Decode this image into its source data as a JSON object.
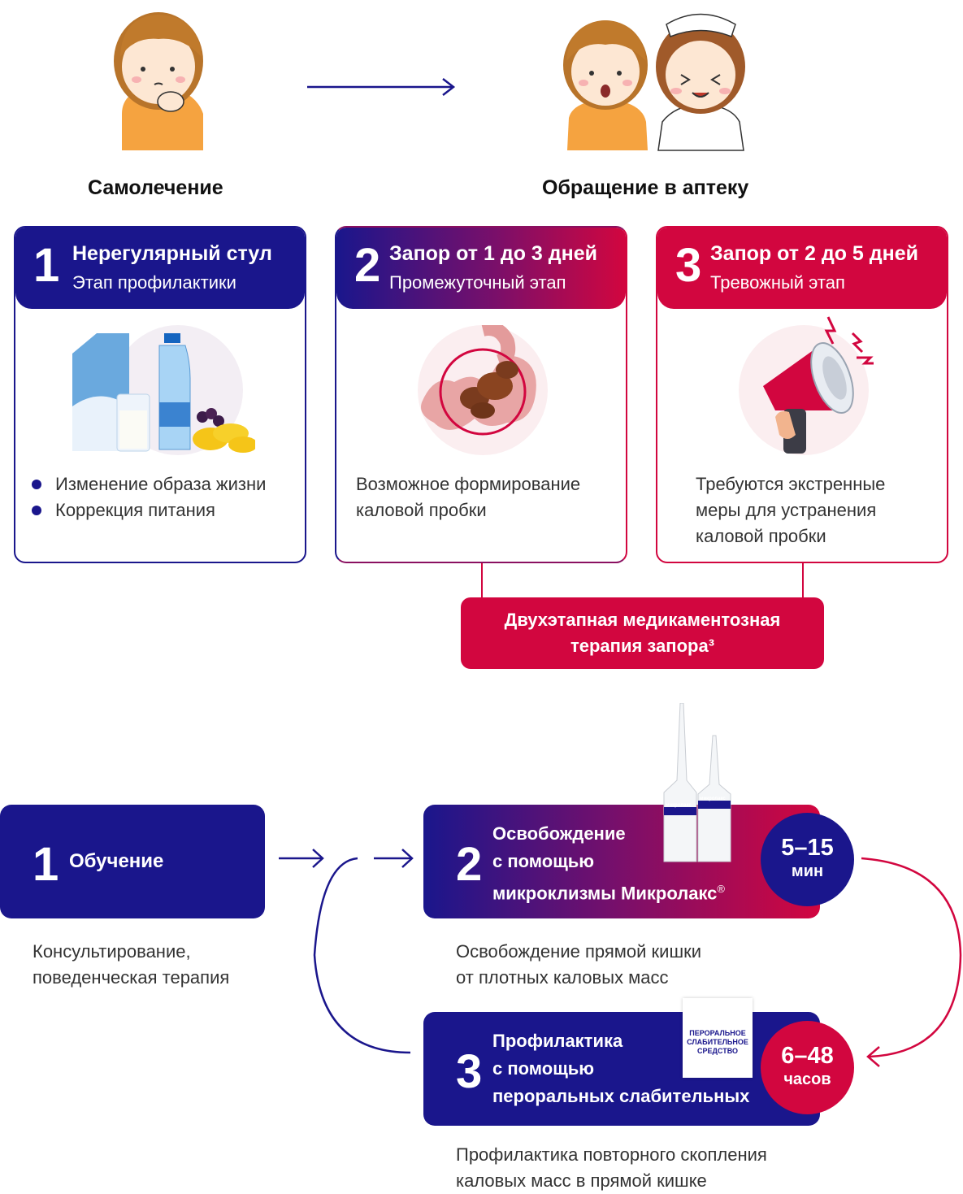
{
  "top": {
    "left_heading": "Самолечение",
    "right_heading": "Обращение в аптеку"
  },
  "cards": [
    {
      "num": "1",
      "title": "Нерегулярный стул",
      "subtitle": "Этап профилактики",
      "bullets": [
        "Изменение образа жизни",
        "Коррекция питания"
      ]
    },
    {
      "num": "2",
      "title": "Запор от 1 до 3 дней",
      "subtitle": "Промежуточный этап",
      "text_lines": [
        "Возможное формирование",
        "каловой пробки"
      ]
    },
    {
      "num": "3",
      "title": "Запор от 2 до 5 дней",
      "subtitle": "Тревожный этап",
      "text_lines": [
        "Требуются экстренные",
        "меры для устранения",
        "каловой пробки"
      ]
    }
  ],
  "therapy": {
    "line1": "Двухэтапная медикаментозная",
    "line2": "терапия запора³"
  },
  "stages": [
    {
      "num": "1",
      "lines": [
        "Обучение"
      ],
      "desc_lines": [
        "Консультирование,",
        "поведенческая терапия"
      ]
    },
    {
      "num": "2",
      "lines": [
        "Освобождение",
        "с помощью",
        "микроклизмы Микролакс"
      ],
      "reg": "®",
      "badge_value": "5–15",
      "badge_unit": "мин",
      "desc_lines": [
        "Освобождение прямой кишки",
        "от плотных каловых масс"
      ],
      "product_label": "микролакс"
    },
    {
      "num": "3",
      "lines": [
        "Профилактика",
        "с помощью",
        "пероральных слабительных"
      ],
      "badge_value": "6–48",
      "badge_unit": "часов",
      "desc_lines": [
        "Профилактика повторного скопления",
        "каловых масс в прямой кишке"
      ],
      "box_label": [
        "ПЕРОРАЛЬНОЕ",
        "СЛАБИТЕЛЬНОЕ",
        "СРЕДСТВО"
      ]
    }
  ],
  "colors": {
    "blue": "#1a168c",
    "red": "#d2063f",
    "purple": "#7a0f6a"
  }
}
